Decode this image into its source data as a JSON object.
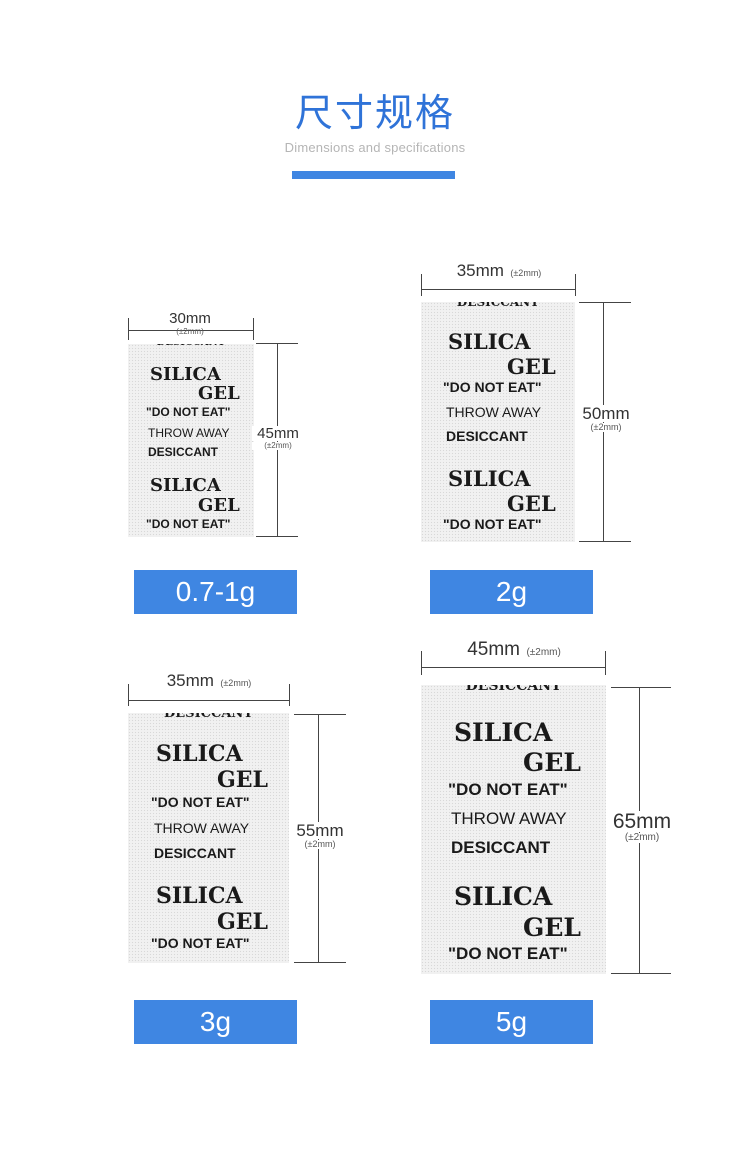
{
  "header": {
    "title": "尺寸规格",
    "subtitle": "Dimensions and specifications"
  },
  "packet_text": {
    "line1": "SILICA",
    "line2": "GEL",
    "line3": "\"DO NOT EAT\"",
    "line4": "THROW AWAY",
    "line5": "DESICCANT",
    "cut": "DESICCANT"
  },
  "tolerance": "(±2mm)",
  "products": [
    {
      "width_label": "30mm",
      "height_label": "45mm",
      "weight": "0.7-1g"
    },
    {
      "width_label": "35mm",
      "height_label": "50mm",
      "weight": "2g"
    },
    {
      "width_label": "35mm",
      "height_label": "55mm",
      "weight": "3g"
    },
    {
      "width_label": "45mm",
      "height_label": "65mm",
      "weight": "5g"
    }
  ],
  "colors": {
    "accent": "#3f86e2",
    "title": "#2f73d8",
    "packet": "#f1f1f1"
  }
}
